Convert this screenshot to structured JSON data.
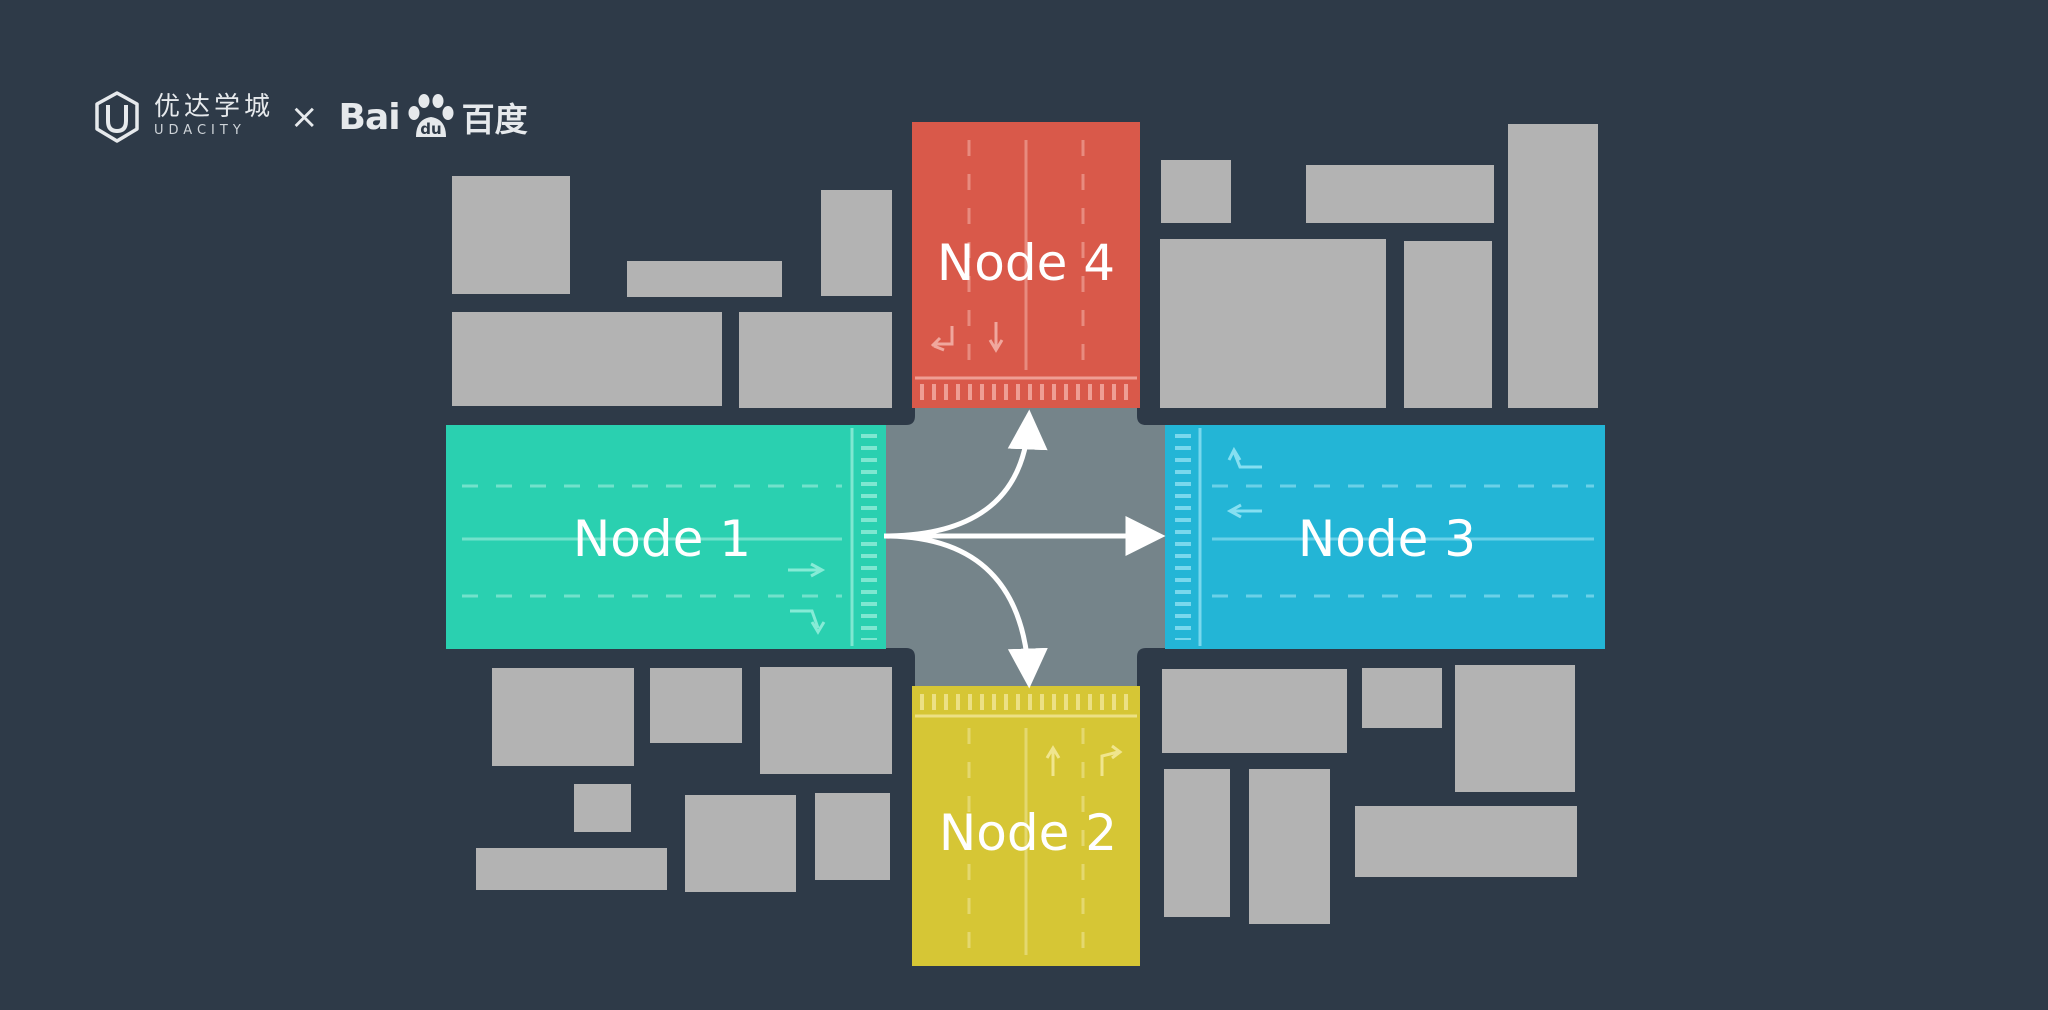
{
  "logo": {
    "brand_cn": "优达学城",
    "brand_en": "UDACITY",
    "separator": "×",
    "partner_latin": "Bai",
    "partner_paw_text": "du",
    "partner_cn": "百度"
  },
  "nodes": [
    {
      "label": "Node 1",
      "color": "#2ad0b0"
    },
    {
      "label": "Node 2",
      "color": "#d6c635"
    },
    {
      "label": "Node 3",
      "color": "#23b5d6"
    },
    {
      "label": "Node 4",
      "color": "#d9594a"
    }
  ],
  "colors": {
    "background": "#2e3a48",
    "building": "#b3b3b3",
    "intersection": "#75848a",
    "arrow": "#ffffff"
  }
}
